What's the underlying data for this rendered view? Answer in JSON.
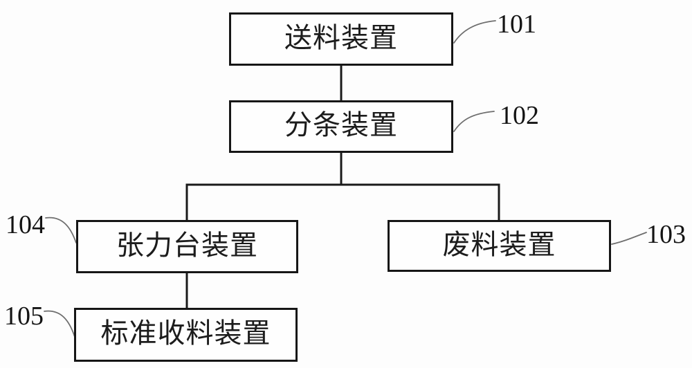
{
  "diagram": {
    "type": "flowchart",
    "nodes": {
      "feeding": {
        "label": "送料装置",
        "ref": "101"
      },
      "slitting": {
        "label": "分条装置",
        "ref": "102"
      },
      "waste": {
        "label": "废料装置",
        "ref": "103"
      },
      "tension": {
        "label": "张力台装置",
        "ref": "104"
      },
      "receiving": {
        "label": "标准收料装置",
        "ref": "105"
      }
    },
    "edges": [
      {
        "from": "101",
        "to": "102"
      },
      {
        "from": "102",
        "to": "104"
      },
      {
        "from": "102",
        "to": "103"
      },
      {
        "from": "104",
        "to": "105"
      }
    ],
    "colors": {
      "line": "#1a1a1a",
      "leader": "#6e6e6e",
      "text": "#1c1c1c",
      "box_border": "#161616",
      "background": "#fdfdfd"
    }
  }
}
